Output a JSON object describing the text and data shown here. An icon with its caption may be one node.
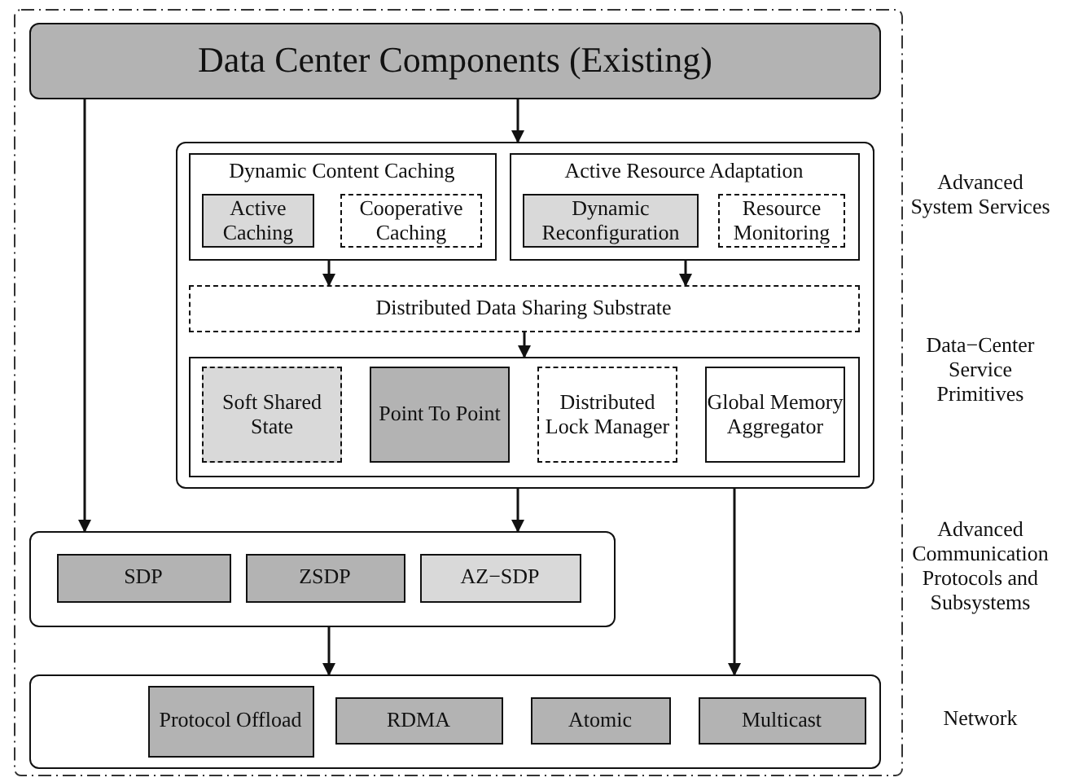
{
  "diagram": {
    "nodes": [
      {
        "text": [
          "Data Center Components (Existing)"
        ]
      },
      {
        "text": [],
        "shape": "box"
      },
      {
        "text": [
          "Dynamic Content Caching"
        ],
        "in": 1
      },
      {
        "text": [
          "Active Caching"
        ],
        "in": 2
      },
      {
        "text": [
          "Cooperative Caching"
        ],
        "in": 2
      },
      {
        "text": [
          "Active Resource Adaptation"
        ],
        "in": 1
      },
      {
        "text": [
          "Dynamic Reconfiguration"
        ],
        "in": 5
      },
      {
        "text": [
          "Resource Monitoring"
        ],
        "in": 5
      },
      {
        "text": [
          "Distributed Data Sharing Substrate"
        ],
        "in": 1
      },
      {
        "text": [],
        "shape": "box",
        "in": 1
      },
      {
        "text": [
          "Soft Shared State"
        ],
        "in": 9
      },
      {
        "text": [
          "Point To Point"
        ],
        "in": 9
      },
      {
        "text": [
          "Distributed Lock Manager"
        ],
        "in": 9
      },
      {
        "text": [
          "Global Memory Aggregator"
        ],
        "in": 9
      },
      {
        "text": [],
        "shape": "box"
      },
      {
        "text": [
          "SDP"
        ],
        "in": 14
      },
      {
        "text": [
          "ZSDP"
        ],
        "in": 14
      },
      {
        "text": [
          "AZ−SDP"
        ],
        "in": 14
      },
      {
        "text": [],
        "shape": "box"
      },
      {
        "text": [
          "Protocol Offload"
        ],
        "in": 18
      },
      {
        "text": [
          "RDMA"
        ],
        "in": 18
      },
      {
        "text": [
          "Atomic"
        ],
        "in": 18
      },
      {
        "text": [
          "Multicast"
        ],
        "in": 18
      }
    ],
    "edges": [
      {
        "from": 0,
        "to": 1,
        "arrow": "to"
      },
      {
        "from": 0,
        "to": 14,
        "arrow": "to"
      },
      {
        "from": 2,
        "to": 8,
        "arrow": "to"
      },
      {
        "from": 5,
        "to": 8,
        "arrow": "to"
      },
      {
        "from": 8,
        "to": 9,
        "arrow": "to"
      },
      {
        "from": 1,
        "to": 14,
        "arrow": "to"
      },
      {
        "from": 1,
        "to": 18,
        "arrow": "to"
      },
      {
        "from": 14,
        "to": 18,
        "arrow": "to"
      }
    ],
    "labels": [
      "Advanced System Services",
      "Data−Center Service Primitives",
      "Advanced Communication Protocols and Subsystems",
      "Network"
    ]
  }
}
